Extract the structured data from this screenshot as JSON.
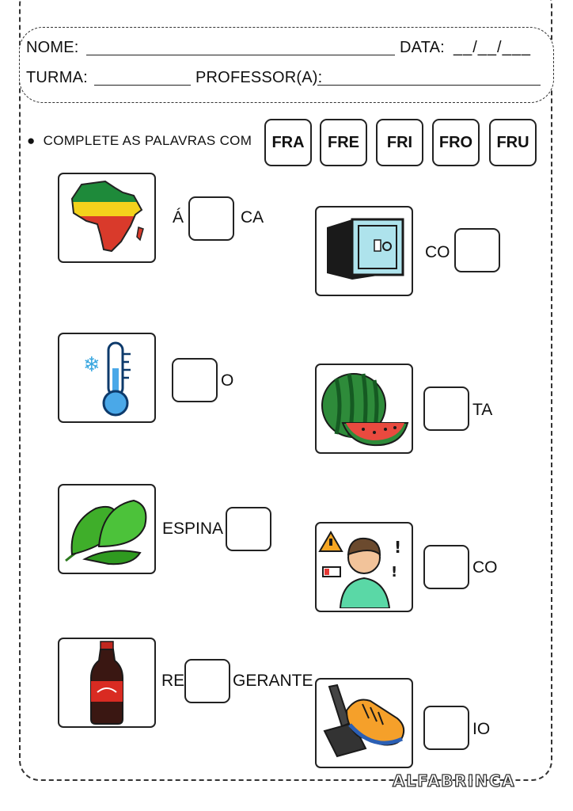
{
  "header": {
    "nome_label": "NOME:",
    "data_label": "DATA:",
    "data_blank": "__/__/___",
    "turma_label": "TURMA:",
    "professor_label": "PROFESSOR(A):"
  },
  "instruction": "COMPLETE AS PALAVRAS COM",
  "syllables": [
    "FRA",
    "FRE",
    "FRI",
    "FRO",
    "FRU"
  ],
  "items": [
    {
      "icon": "africa-map-icon",
      "before": "Á",
      "after": "CA"
    },
    {
      "icon": "safe-icon",
      "before": "CO",
      "after": ""
    },
    {
      "icon": "thermometer-snowflake-icon",
      "before": "",
      "after": "O"
    },
    {
      "icon": "watermelon-icon",
      "before": "",
      "after": "TA"
    },
    {
      "icon": "spinach-icon",
      "before": "ESPINA",
      "after": ""
    },
    {
      "icon": "weak-person-icon",
      "before": "",
      "after": "CO"
    },
    {
      "icon": "soda-bottle-icon",
      "before": "RE",
      "after": "GERANTE"
    },
    {
      "icon": "brake-pedal-shoe-icon",
      "before": "",
      "after": "IO"
    }
  ],
  "brand": "ALFABRINCA"
}
